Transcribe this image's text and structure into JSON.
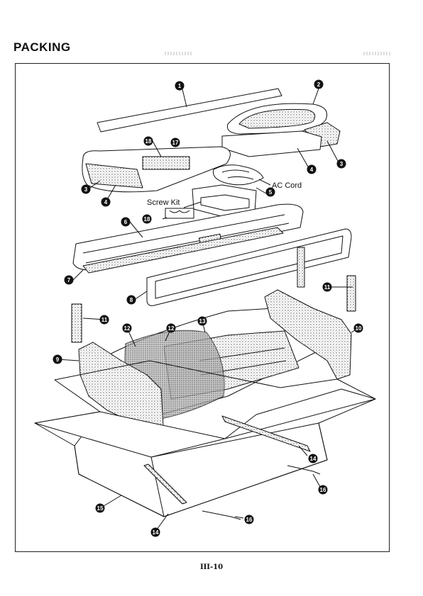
{
  "header": {
    "title": "PACKING"
  },
  "diagram": {
    "labels": {
      "ac_cord": "AC Cord",
      "screw_kit": "Screw Kit"
    },
    "callouts": [
      "1",
      "2",
      "3",
      "3",
      "4",
      "4",
      "5",
      "6",
      "7",
      "8",
      "9",
      "10",
      "11",
      "11",
      "12",
      "12",
      "13",
      "14",
      "14",
      "15",
      "16",
      "16",
      "17",
      "18",
      "18"
    ]
  },
  "footer": {
    "page_number": "III-10"
  }
}
